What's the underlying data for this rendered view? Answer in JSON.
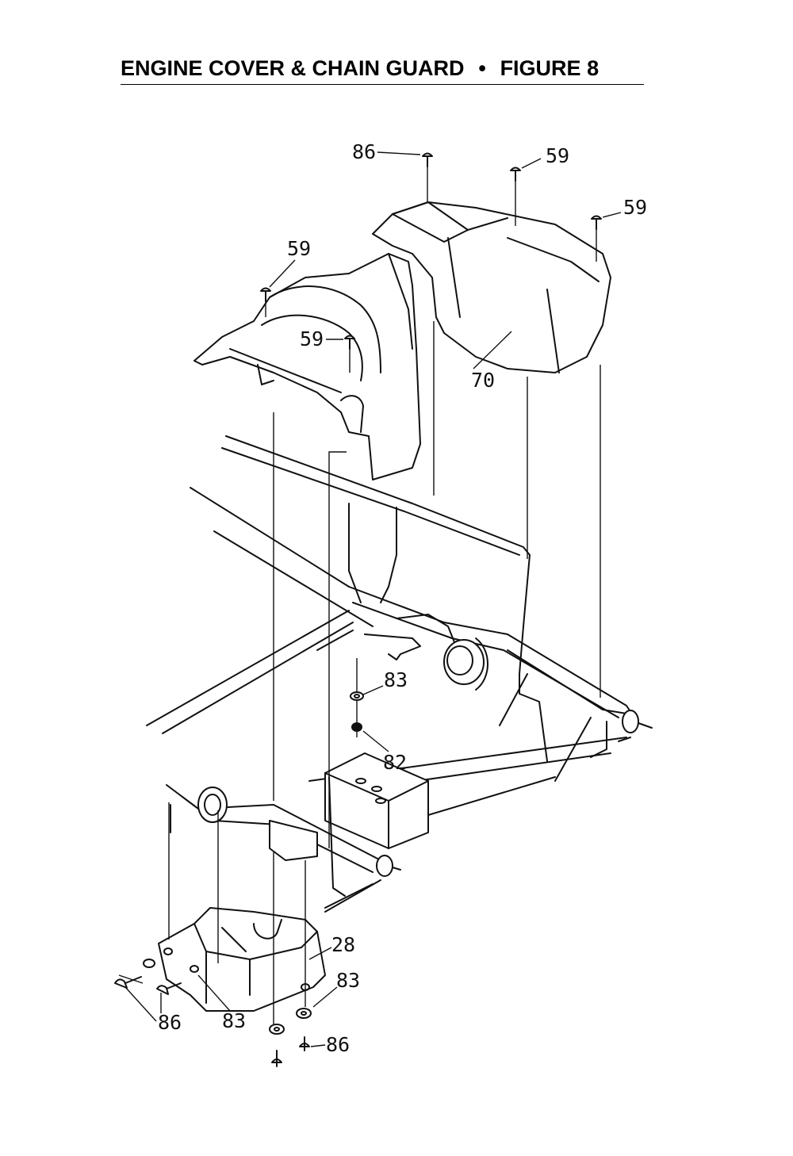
{
  "header": {
    "title_left": "ENGINE COVER & CHAIN GUARD",
    "separator": "•",
    "title_right": "FIGURE 8"
  },
  "callouts": {
    "c86_top": "86",
    "c59_top_center": "59",
    "c59_top_right": "59",
    "c59_left": "59",
    "c59_mid": "59",
    "c70": "70",
    "c83_mid": "83",
    "c82": "82",
    "c28": "28",
    "c83_right": "83",
    "c86_left": "86",
    "c83_bottom": "83",
    "c86_bottom": "86"
  }
}
